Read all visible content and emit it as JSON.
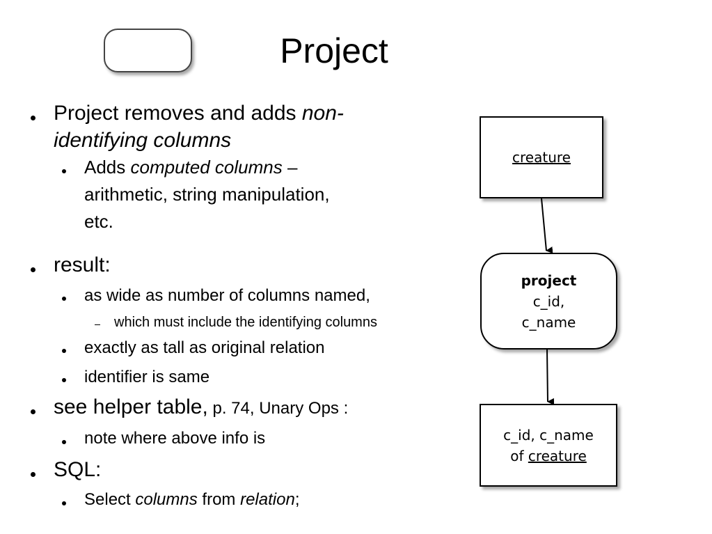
{
  "slide": {
    "title": "Project"
  },
  "bullets": {
    "b1": {
      "text_a": "Project removes and adds ",
      "text_b": "non-",
      "text_c": "identifying columns"
    },
    "b1_1": {
      "text_a": "Adds ",
      "text_b": "computed columns",
      "text_c": " –",
      "text_d": "arithmetic, string manipulation,",
      "text_e": "etc."
    },
    "b2": {
      "text": "result:"
    },
    "b2_1": {
      "text": "as wide as number of columns named,"
    },
    "b2_1_1": {
      "text": "which must include the identifying columns"
    },
    "b2_2": {
      "text": "exactly as tall as original relation"
    },
    "b2_3": {
      "text": "identifier is same"
    },
    "b3": {
      "text_a": "see helper table,",
      "text_b": " p. 74, Unary Ops :"
    },
    "b3_1": {
      "text": "note where above info is"
    },
    "b4": {
      "text": "SQL:"
    },
    "b4_1": {
      "text_a": "Select ",
      "text_b": "columns",
      "text_c": " from ",
      "text_d": "relation",
      "text_e": ";"
    }
  },
  "diagram": {
    "input_box": "creature",
    "operation": {
      "name": "project",
      "line1": "c_id,",
      "line2": "c_name"
    },
    "output_box": {
      "line1": "c_id, c_name",
      "line2a": "of ",
      "line2b": "creature"
    }
  }
}
